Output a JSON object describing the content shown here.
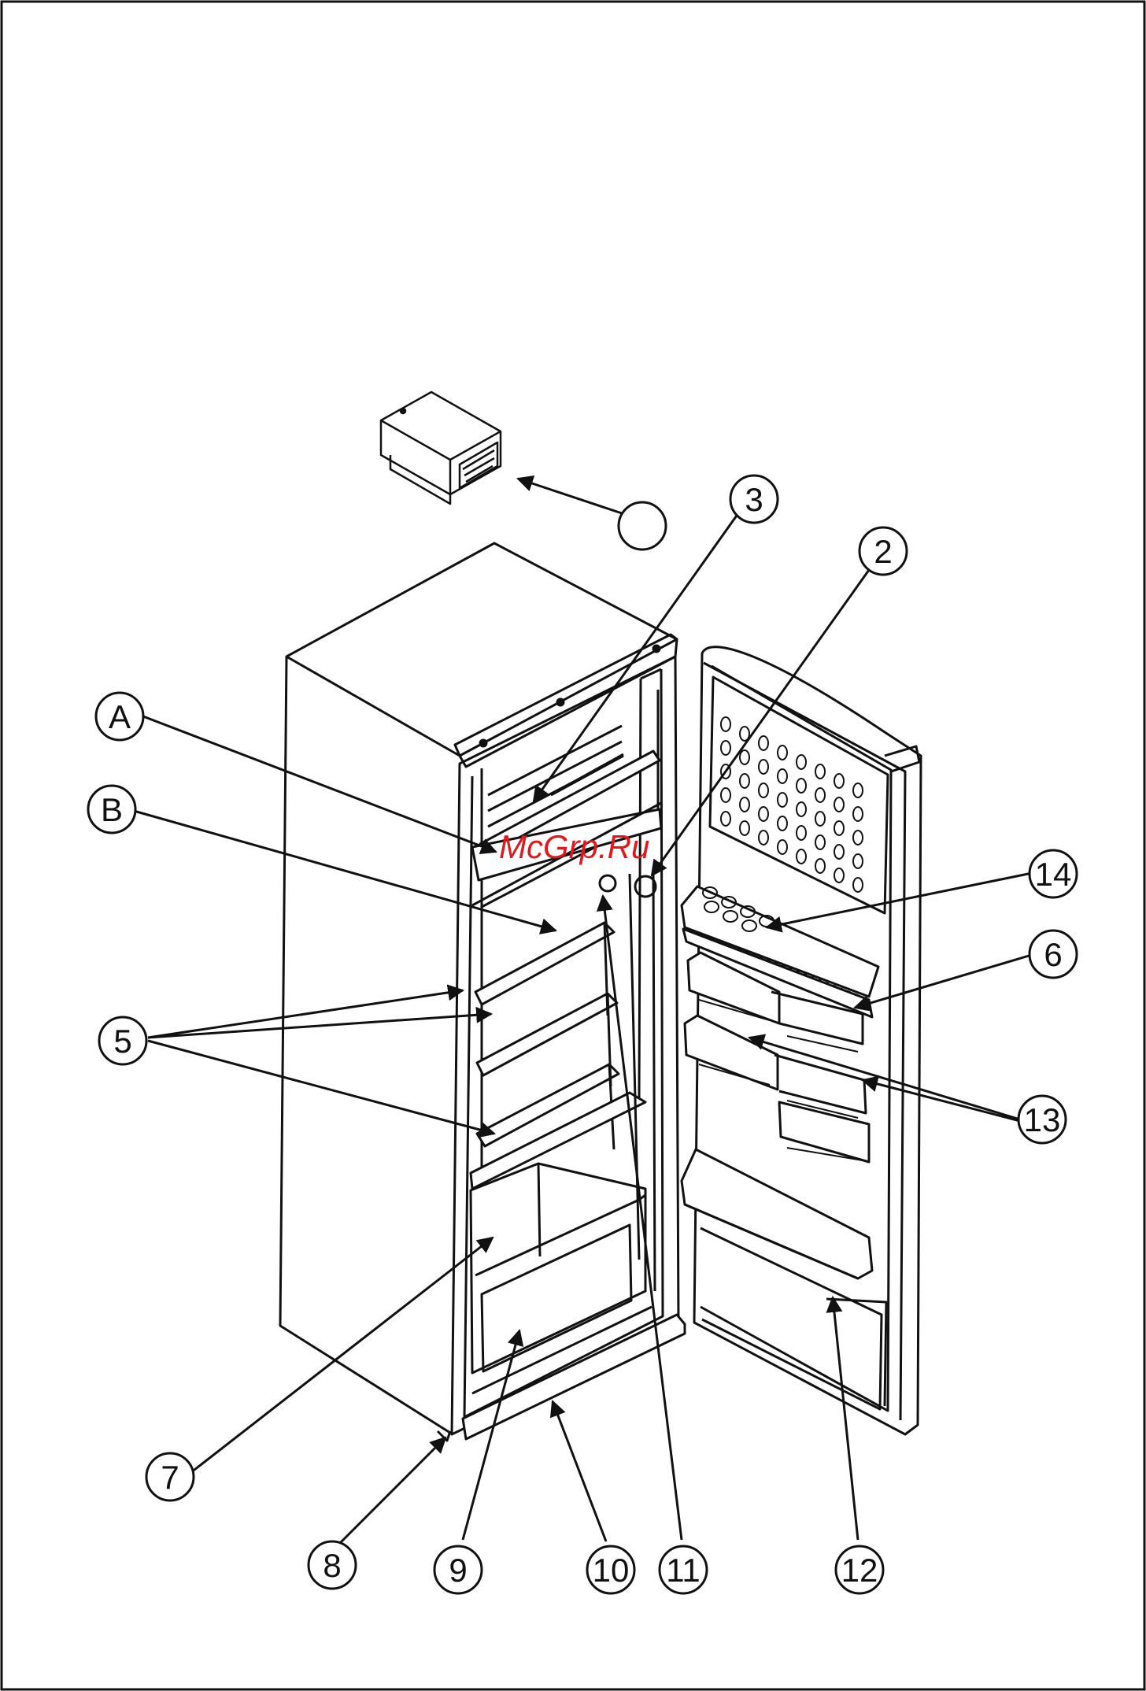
{
  "watermark": {
    "text": "McGrp.Ru",
    "color": "#e0191f"
  },
  "colors": {
    "ink": "#111111",
    "paper": "#ffffff"
  },
  "callouts": [
    {
      "id": "callout-accessory",
      "label": ""
    },
    {
      "id": "callout-3",
      "label": "3"
    },
    {
      "id": "callout-2",
      "label": "2"
    },
    {
      "id": "callout-A",
      "label": "A"
    },
    {
      "id": "callout-B",
      "label": "B"
    },
    {
      "id": "callout-14",
      "label": "14"
    },
    {
      "id": "callout-6",
      "label": "6"
    },
    {
      "id": "callout-5",
      "label": "5"
    },
    {
      "id": "callout-13",
      "label": "13"
    },
    {
      "id": "callout-7",
      "label": "7"
    },
    {
      "id": "callout-8",
      "label": "8"
    },
    {
      "id": "callout-9",
      "label": "9"
    },
    {
      "id": "callout-10",
      "label": "10"
    },
    {
      "id": "callout-11",
      "label": "11"
    },
    {
      "id": "callout-12",
      "label": "12"
    }
  ]
}
